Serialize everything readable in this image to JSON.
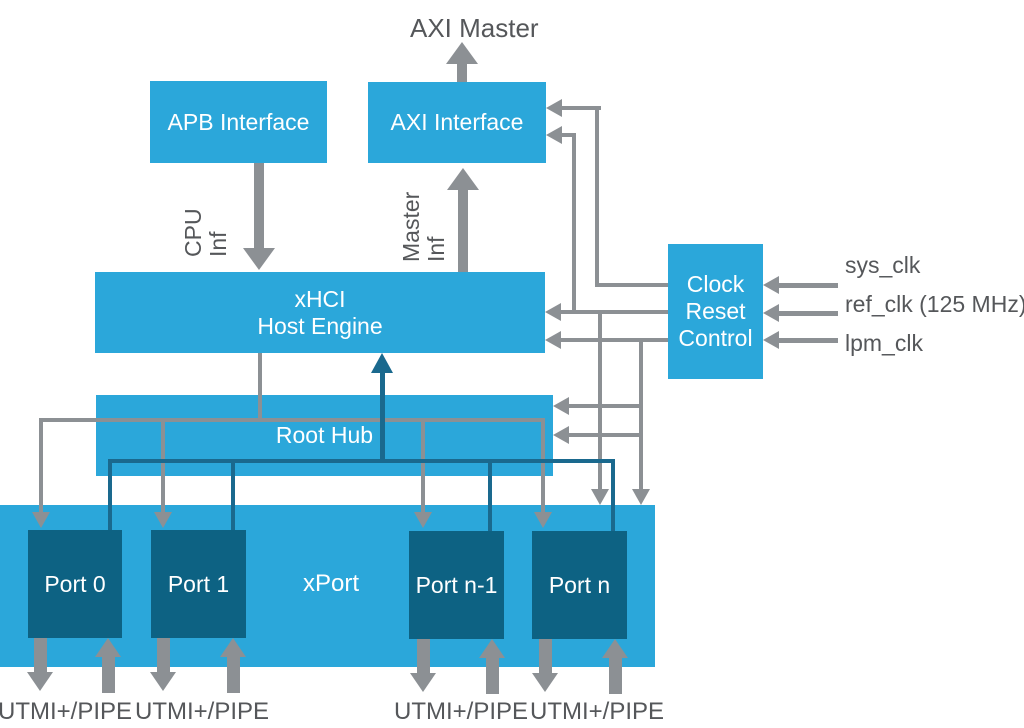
{
  "diagram": {
    "title": "AXI Master",
    "blocks": {
      "apb": "APB Interface",
      "axi": "AXI Interface",
      "xhci": "xHCI\nHost Engine",
      "clock_reset": "Clock\nReset\nControl",
      "root_hub": "Root Hub",
      "xport": "xPort",
      "port0": "Port 0",
      "port1": "Port 1",
      "port_n_minus_1": "Port n-1",
      "port_n": "Port n"
    },
    "interface_labels": {
      "cpu": "CPU\nInf",
      "master": "Master\nInf"
    },
    "clock_inputs": [
      "sys_clk",
      "ref_clk (125 MHz)",
      "lpm_clk"
    ],
    "phy_labels": [
      "UTMI+/PIPE",
      "UTMI+/PIPE",
      "UTMI+/PIPE",
      "UTMI+/PIPE"
    ],
    "colors": {
      "block_blue": "#2BA7DA",
      "port_dark": "#0D6283",
      "line_gray": "#8C9094",
      "line_navy": "#1A698E",
      "text_dark": "#55575A"
    }
  }
}
